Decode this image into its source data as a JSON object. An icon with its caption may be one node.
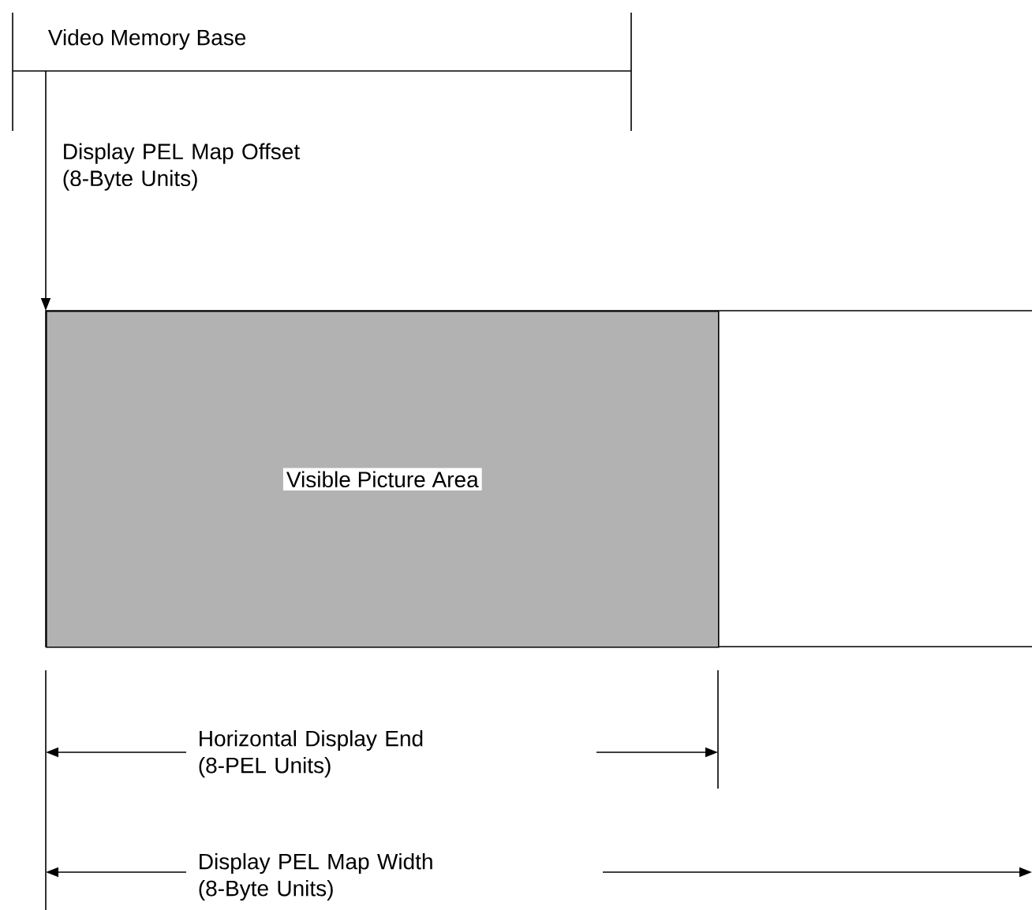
{
  "diagram": {
    "nodes": [
      {
        "text": [
          "Video Memory Base"
        ]
      },
      {
        "text": [],
        "shape": "box"
      },
      {
        "text": [
          "Visible Picture Area"
        ],
        "in": 1
      }
    ],
    "edges": [
      {
        "from": 0,
        "to": 1,
        "arrow": "to",
        "label": "Display PEL Map Offset (8-Byte Units)"
      }
    ],
    "labels": [
      "Horizontal Display End (8-PEL Units)",
      "Display PEL Map Width (8-Byte Units)"
    ]
  }
}
